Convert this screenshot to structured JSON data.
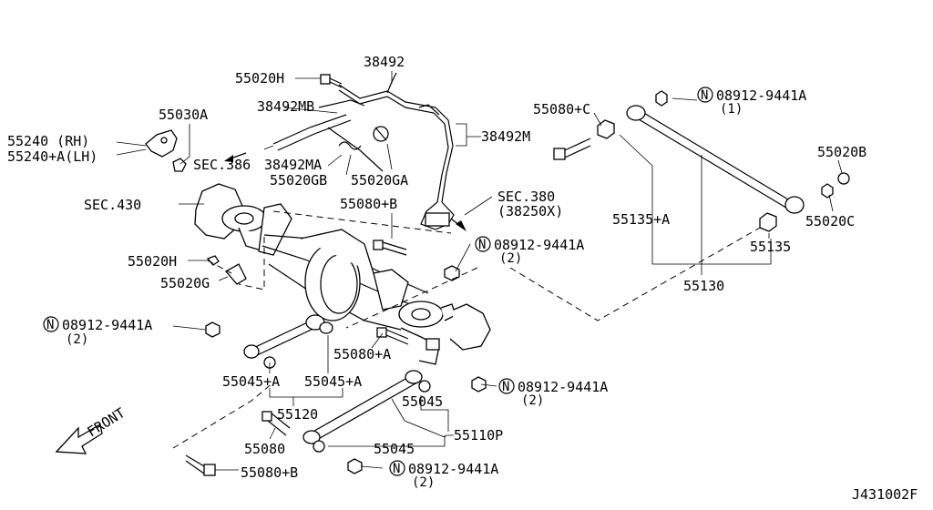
{
  "labels": {
    "p38492": "38492",
    "p55020h_top": "55020H",
    "p38492mb": "38492MB",
    "p38492m": "38492M",
    "p38492ma": "38492MA",
    "p55020gb": "55020GB",
    "p55020ga": "55020GA",
    "p55030a": "55030A",
    "p55240_rh": "55240  (RH)",
    "p55240a_lh": "55240+A(LH)",
    "sec386": "SEC.386",
    "sec430": "SEC.430",
    "p55080b_top": "55080+B",
    "sec380": "SEC.380",
    "sec380_sub": "(38250X)",
    "p55080c": "55080+C",
    "n_right_top": "08912-9441A",
    "n_right_top_qty": "(1)",
    "p55020b": "55020B",
    "p55135a": "55135+A",
    "p55020c": "55020C",
    "p55135": "55135",
    "p55130": "55130",
    "n_mid": "08912-9441A",
    "n_mid_qty": "(2)",
    "p55020h_left": "55020H",
    "p55020g": "55020G",
    "n_left": "08912-9441A",
    "n_left_qty": "(2)",
    "p55080a": "55080+A",
    "p55045a_1": "55045+A",
    "p55045a_2": "55045+A",
    "p55120": "55120",
    "n_lower_right": "08912-9441A",
    "n_lower_right_qty": "(2)",
    "p55045_1": "55045",
    "p55110p": "55110P",
    "front": "FRONT",
    "p55080": "55080",
    "p55045_2": "55045",
    "p55080b_bottom": "55080+B",
    "n_bottom": "08912-9441A",
    "n_bottom_qty": "(2)",
    "diagram_id": "J431002F"
  },
  "nut_symbol": "N",
  "icons": {
    "front_arrow": "front-arrow-icon",
    "nut_marker": "circled-n-icon"
  }
}
